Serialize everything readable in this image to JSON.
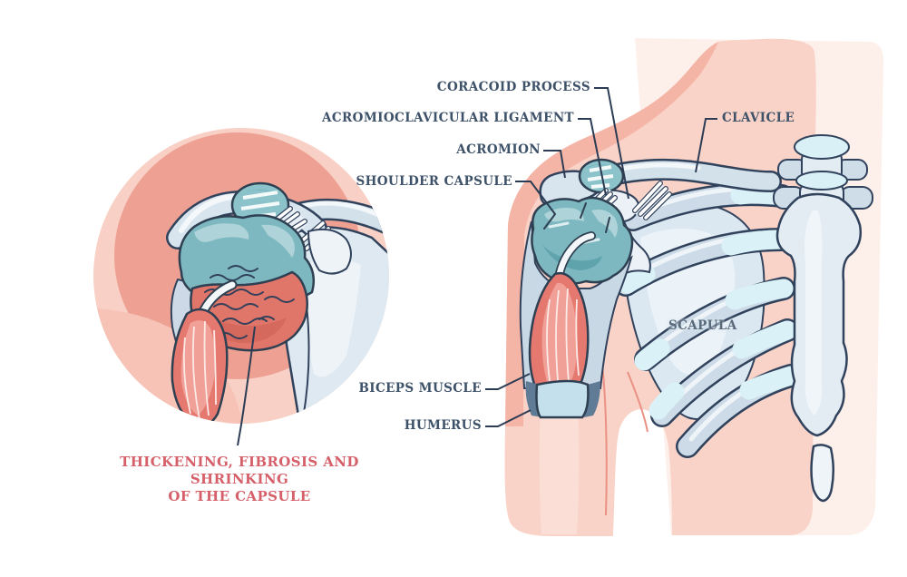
{
  "figure": {
    "labels": {
      "coracoid_process": "CORACOID PROCESS",
      "acromioclavicular_ligament": "ACROMIOCLAVICULAR LIGAMENT",
      "acromion": "ACROMION",
      "shoulder_capsule": "SHOULDER CAPSULE",
      "clavicle": "CLAVICLE",
      "scapula": "SCAPULA",
      "biceps_muscle": "BICEPS MUSCLE",
      "humerus": "HUMERUS"
    },
    "caption": {
      "line1": "THICKENING, FIBROSIS AND SHRINKING",
      "line2": "OF THE CAPSULE"
    },
    "colors": {
      "label_text": "#3d5168",
      "scapula_label_text": "#5a6a7a",
      "caption_red": "#d5606a",
      "leader_line": "#2c3c55",
      "skin_light": "#f9d3c8",
      "skin_shade": "#f5b5a6",
      "circle_skin": "#f8d0c5",
      "circle_skin_dark": "#eea093",
      "bone_fill": "#d9e5ee",
      "bone_outline": "#31425c",
      "cartilage": "#d9f1f7",
      "capsule_teal": "#7db8c0",
      "capsule_teal_light": "#aed3d8",
      "fibrosis_red": "#e0756a",
      "muscle_red": "#e5796f",
      "muscle_light": "#f0a096"
    }
  }
}
